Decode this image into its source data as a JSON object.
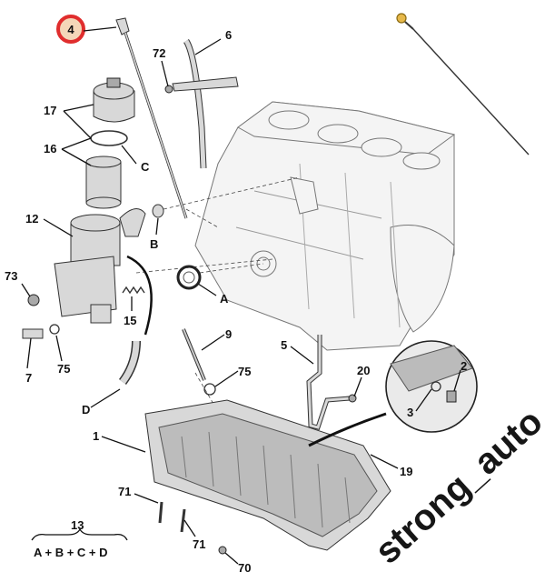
{
  "callouts": {
    "c4": "4",
    "c6": "6",
    "c72": "72",
    "c17": "17",
    "c16": "16",
    "cC": "C",
    "c12": "12",
    "cB": "B",
    "c73": "73",
    "cA": "A",
    "c15": "15",
    "c7": "7",
    "c75a": "75",
    "c9": "9",
    "c75b": "75",
    "c5": "5",
    "c20": "20",
    "c2": "2",
    "c3": "3",
    "cD": "D",
    "c1": "1",
    "c19": "19",
    "c71a": "71",
    "c71b": "71",
    "c70": "70",
    "c13": "13"
  },
  "formula": "A + B + C + D",
  "watermark": "strong_auto",
  "colors": {
    "highlight": "#e02d2d",
    "highlight_fill": "#f4d7b8"
  }
}
